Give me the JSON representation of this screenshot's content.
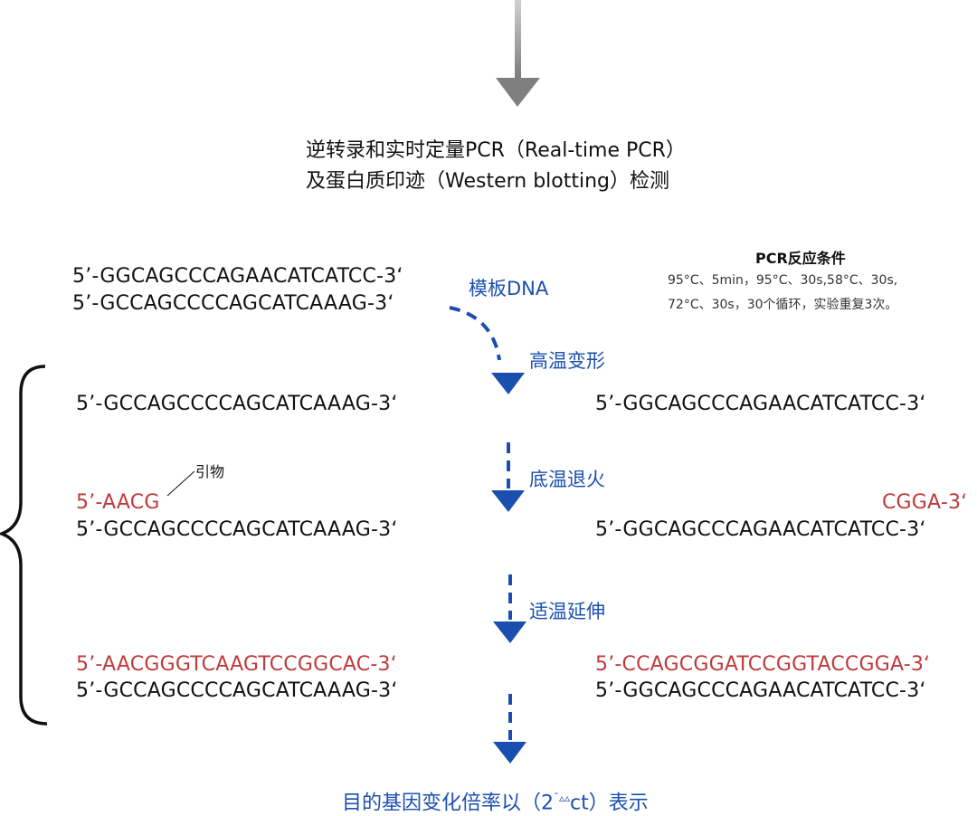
{
  "header": {
    "line1": "逆转录和实时定量PCR（Real-time PCR）",
    "line2": "及蛋白质印迹（Western blotting）检测"
  },
  "template": {
    "strand1": "5’-GGCAGCCCAGAACATCATCC-3‘",
    "strand2": "5’-GCCAGCCCCAGCATCAAAG-3‘",
    "label": "模板DNA"
  },
  "conditions": {
    "title": "PCR反应条件",
    "line1": "95°C、5min，95°C、30s,58°C、30s,",
    "line2": "72°C、30s，30个循环，实验重复3次。"
  },
  "steps": {
    "denature": "高温变形",
    "anneal": "底温退火",
    "extend": "适温延伸"
  },
  "denature_row": {
    "left": "5’-GCCAGCCCCAGCATCAAAG-3‘",
    "right": "5’-GGCAGCCCAGAACATCATCC-3‘"
  },
  "anneal_row": {
    "primer_label": "引物",
    "left_primer": "5’-AACG",
    "left_strand": "5’-GCCAGCCCCAGCATCAAAG-3‘",
    "right_primer": "CGGA-3‘",
    "right_strand": "5’-GGCAGCCCAGAACATCATCC-3‘"
  },
  "extend_row": {
    "left_new": "5’-AACGGGTCAAGTCCGGCAC-3‘",
    "left_strand": "5’-GCCAGCCCCAGCATCAAAG-3‘",
    "right_new": "5’-CCAGCGGATCCGGTACCGGA-3‘",
    "right_strand": "5’-GGCAGCCCAGAACATCATCC-3‘"
  },
  "footer": {
    "text_a": "目的基因变化倍率以（2",
    "superscript": "¯▵▵",
    "text_b": "ct）表示"
  },
  "colors": {
    "primer_red": "#c0393b",
    "arrow_blue": "#1a4fb0",
    "top_arrow_gray": "#8a8a8a"
  }
}
